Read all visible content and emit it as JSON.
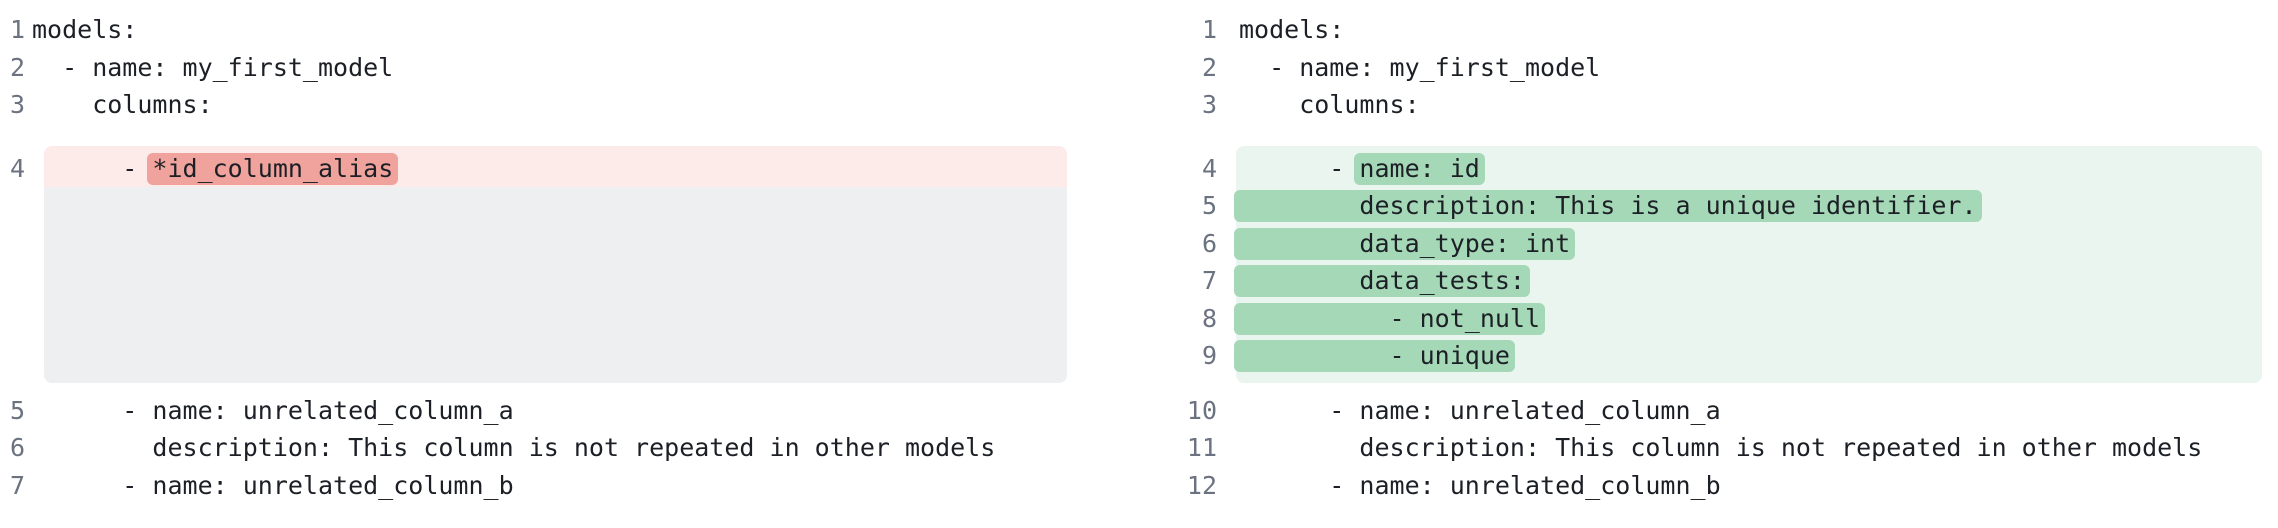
{
  "diff": {
    "colors": {
      "removed_line_bg": "#fcebe9",
      "removed_word_bg": "#f0a29c",
      "collapsed_placeholder_bg": "#edeff1",
      "added_block_bg": "#ebf5ef",
      "added_word_bg": "#a5d8b6",
      "code_text": "#1c2026",
      "line_number_text": "#6b7280",
      "page_bg": "#ffffff"
    },
    "panels": [
      {
        "id": "panel-left",
        "side": "before",
        "pre_lines": [
          {
            "num": "1",
            "parts": [
              {
                "text": "models:",
                "mark": false
              }
            ]
          },
          {
            "num": "2",
            "parts": [
              {
                "text": "  - name: my_first_model",
                "mark": false
              }
            ]
          },
          {
            "num": "3",
            "parts": [
              {
                "text": "    columns:",
                "mark": false
              }
            ]
          }
        ],
        "block": {
          "kind": "removed",
          "rows": [
            {
              "num": "4",
              "parts": [
                {
                  "text": "      - ",
                  "mark": false
                },
                {
                  "text": "*id_column_alias",
                  "mark": true
                }
              ]
            }
          ],
          "has_placeholder": true
        },
        "post_lines": [
          {
            "num": "5",
            "parts": [
              {
                "text": "      - name: unrelated_column_a",
                "mark": false
              }
            ]
          },
          {
            "num": "6",
            "parts": [
              {
                "text": "        description: This column is not repeated in other models",
                "mark": false
              }
            ]
          },
          {
            "num": "7",
            "parts": [
              {
                "text": "      - name: unrelated_column_b",
                "mark": false
              }
            ]
          }
        ]
      },
      {
        "id": "panel-right",
        "side": "after",
        "pre_lines": [
          {
            "num": "1",
            "parts": [
              {
                "text": "models:",
                "mark": false
              }
            ]
          },
          {
            "num": "2",
            "parts": [
              {
                "text": "  - name: my_first_model",
                "mark": false
              }
            ]
          },
          {
            "num": "3",
            "parts": [
              {
                "text": "    columns:",
                "mark": false
              }
            ]
          }
        ],
        "block": {
          "kind": "added",
          "rows": [
            {
              "num": "4",
              "parts": [
                {
                  "text": "      - ",
                  "mark": false
                },
                {
                  "text": "name: id",
                  "mark": true
                }
              ]
            },
            {
              "num": "5",
              "parts": [
                {
                  "text": "        description: This is a unique identifier.",
                  "mark": true
                }
              ]
            },
            {
              "num": "6",
              "parts": [
                {
                  "text": "        data_type: int",
                  "mark": true
                }
              ]
            },
            {
              "num": "7",
              "parts": [
                {
                  "text": "        data_tests:",
                  "mark": true
                }
              ]
            },
            {
              "num": "8",
              "parts": [
                {
                  "text": "          - not_null",
                  "mark": true
                }
              ]
            },
            {
              "num": "9",
              "parts": [
                {
                  "text": "          - unique",
                  "mark": true
                }
              ]
            }
          ],
          "has_placeholder": false
        },
        "post_lines": [
          {
            "num": "10",
            "parts": [
              {
                "text": "      - name: unrelated_column_a",
                "mark": false
              }
            ]
          },
          {
            "num": "11",
            "parts": [
              {
                "text": "        description: This column is not repeated in other models",
                "mark": false
              }
            ]
          },
          {
            "num": "12",
            "parts": [
              {
                "text": "      - name: unrelated_column_b",
                "mark": false
              }
            ]
          }
        ]
      }
    ]
  }
}
